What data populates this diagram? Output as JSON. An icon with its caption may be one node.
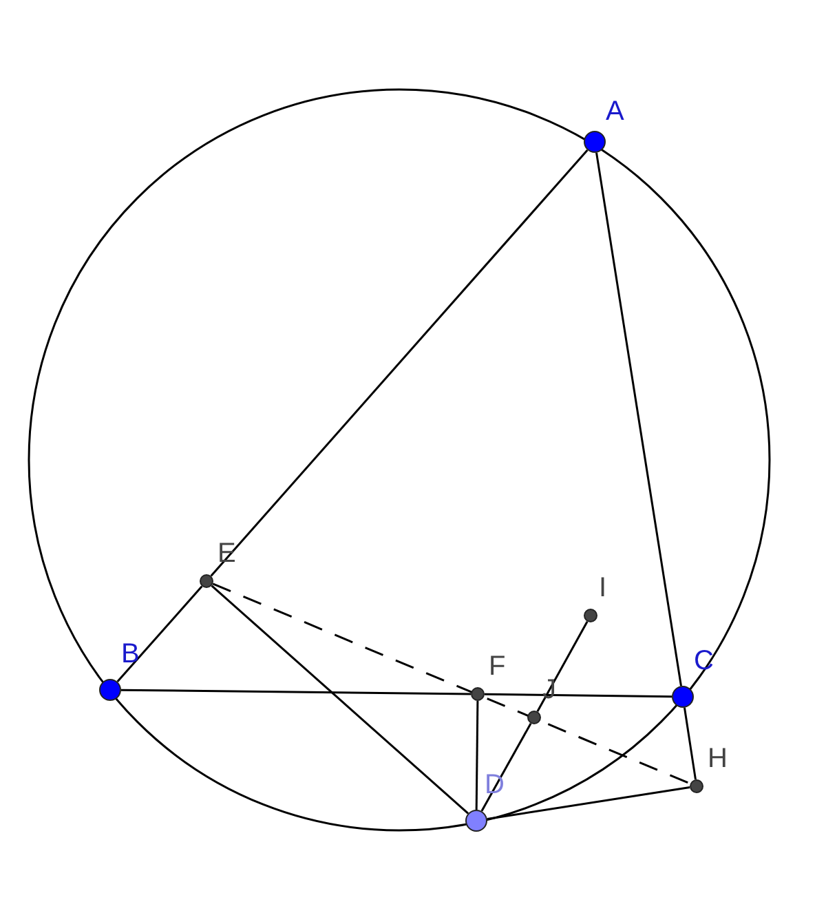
{
  "diagram": {
    "nodes": [
      {
        "text": [],
        "shape": "circle",
        "beside": [
          "A"
        ]
      },
      {
        "text": [],
        "shape": "circle",
        "beside": [
          "B"
        ]
      },
      {
        "text": [],
        "shape": "circle",
        "beside": [
          "C"
        ]
      },
      {
        "text": [],
        "shape": "circle",
        "beside": [
          "D"
        ]
      },
      {
        "text": [],
        "shape": "circle",
        "beside": [
          "E"
        ]
      },
      {
        "text": [],
        "shape": "circle",
        "beside": [
          "F"
        ]
      },
      {
        "text": [],
        "shape": "circle",
        "beside": [
          "I"
        ]
      },
      {
        "text": [],
        "shape": "circle",
        "beside": [
          "J"
        ]
      },
      {
        "text": [],
        "shape": "circle",
        "beside": [
          "H"
        ]
      }
    ],
    "edges": [
      {
        "from": 0,
        "to": 4,
        "arrow": "none"
      },
      {
        "from": 4,
        "to": 1,
        "arrow": "none"
      },
      {
        "from": 1,
        "to": 5,
        "arrow": "none"
      },
      {
        "from": 5,
        "to": 2,
        "arrow": "none"
      },
      {
        "from": 0,
        "to": 2,
        "arrow": "none"
      },
      {
        "from": 2,
        "to": 8,
        "arrow": "none"
      },
      {
        "from": 4,
        "to": 3,
        "arrow": "none"
      },
      {
        "from": 5,
        "to": 3,
        "arrow": "none"
      },
      {
        "from": 3,
        "to": 7,
        "arrow": "none"
      },
      {
        "from": 7,
        "to": 6,
        "arrow": "none"
      },
      {
        "from": 3,
        "to": 8,
        "arrow": "none"
      },
      {
        "from": 4,
        "to": 8,
        "arrow": "none",
        "style": "dashed"
      }
    ]
  }
}
